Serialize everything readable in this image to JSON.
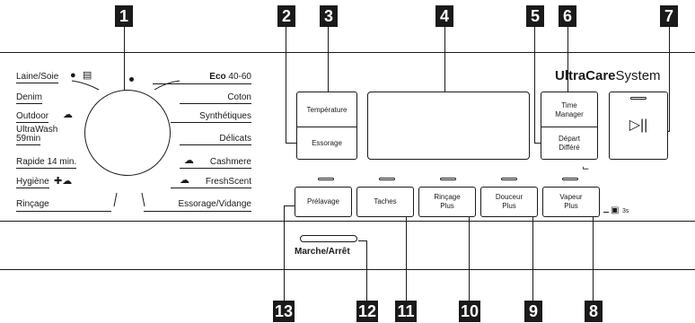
{
  "callouts": [
    "1",
    "2",
    "3",
    "4",
    "5",
    "6",
    "7",
    "8",
    "9",
    "10",
    "11",
    "12",
    "13"
  ],
  "programs_left": [
    {
      "label": "Laine/Soie"
    },
    {
      "label": "Denim"
    },
    {
      "label": "Outdoor"
    },
    {
      "label": "UltraWash"
    },
    {
      "label": "59min"
    },
    {
      "label": "Rapide 14 min."
    },
    {
      "label": "Hygiène"
    },
    {
      "label": "Rinçage"
    }
  ],
  "programs_right": [
    {
      "label_bold": "Eco",
      "label": "40-60"
    },
    {
      "label": "Coton"
    },
    {
      "label": "Synthétiques"
    },
    {
      "label": "Délicats"
    },
    {
      "label": "Cashmere"
    },
    {
      "label": "FreshScent"
    },
    {
      "label": "Essorage/Vidange"
    }
  ],
  "buttons": {
    "temperature": "Température",
    "essorage": "Essorage",
    "time_manager_1": "Time",
    "time_manager_2": "Manager",
    "depart_1": "Départ",
    "depart_2": "Différé",
    "start_pause": "▷||",
    "prelavage": "Prélavage",
    "taches": "Taches",
    "rincage_1": "Rinçage",
    "rincage_2": "Plus",
    "douceur_1": "Douceur",
    "douceur_2": "Plus",
    "vapeur_1": "Vapeur",
    "vapeur_2": "Plus"
  },
  "brand": {
    "bold": "UltraCare",
    "rest": "System"
  },
  "lock_hint": "3s",
  "power_label": "Marche/Arrêt"
}
